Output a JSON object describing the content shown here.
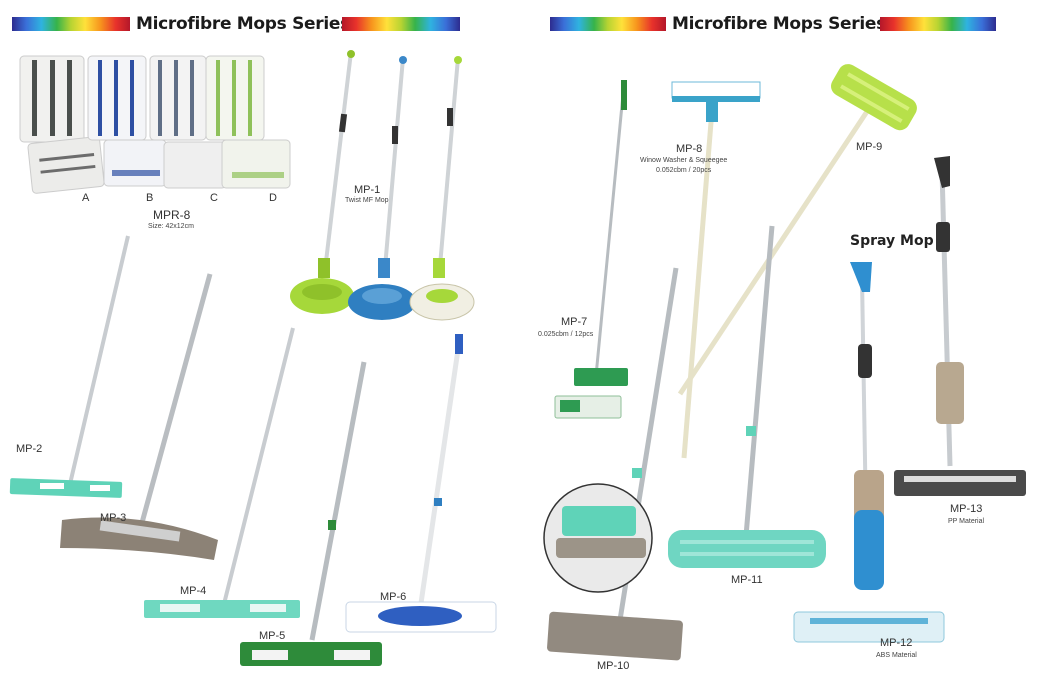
{
  "left_banner": {
    "title": "Microfibre Mops Series"
  },
  "right_banner": {
    "title": "Microfibre Mops Series"
  },
  "pads": {
    "model": "MPR-8",
    "size": "Size: 42x12cm",
    "variants": [
      "A",
      "B",
      "C",
      "D"
    ]
  },
  "products": {
    "mp1": {
      "label": "MP-1",
      "sub": "Twist MF Mop"
    },
    "mp2": {
      "label": "MP-2"
    },
    "mp3": {
      "label": "MP-3"
    },
    "mp4": {
      "label": "MP-4"
    },
    "mp5": {
      "label": "MP-5"
    },
    "mp6": {
      "label": "MP-6"
    },
    "mp7": {
      "label": "MP-7",
      "sub": "0.025cbm / 12pcs"
    },
    "mp8": {
      "label": "MP-8",
      "sub1": "Winow Washer & Squeegee",
      "sub2": "0.052cbm / 20pcs"
    },
    "mp9": {
      "label": "MP-9"
    },
    "mp10": {
      "label": "MP-10"
    },
    "mp11": {
      "label": "MP-11"
    },
    "mp12": {
      "label": "MP-12",
      "sub": "ABS Material"
    },
    "mp13": {
      "label": "MP-13",
      "sub": "PP Material"
    }
  },
  "spray_heading": "Spray Mop",
  "colors": {
    "mint": "#5fd3b8",
    "green": "#2e8b3a",
    "lime": "#a6d83a",
    "blue": "#2f7fc1"
  }
}
